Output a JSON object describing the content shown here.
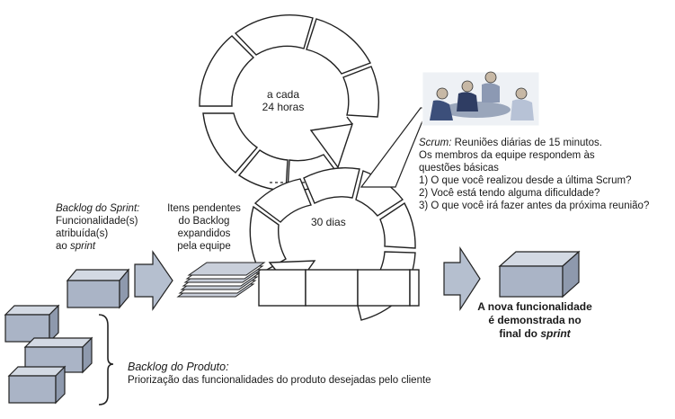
{
  "cycle_daily": {
    "line1": "a cada",
    "line2": "24 horas"
  },
  "cycle_sprint": {
    "label": "30 dias"
  },
  "sprint_backlog": {
    "title": "Backlog do Sprint:",
    "line1": "Funcionalidade(s)",
    "line2": "atribuída(s)",
    "line3_prefix": "ao ",
    "line3_italic": "sprint"
  },
  "pending_items": {
    "line1": "Itens pendentes",
    "line2": "do Backlog",
    "line3": "expandidos",
    "line4": "pela equipe"
  },
  "scrum_note": {
    "title_italic": "Scrum:",
    "title_rest": " Reuniões diárias de 15 minutos.",
    "line2": "Os membros da equipe respondem às",
    "line3": "questões básicas",
    "q1": "1) O que você realizou desde a última Scrum?",
    "q2": "2) Você está tendo alguma dificuldade?",
    "q3": "3) O que você irá fazer antes da próxima reunião?"
  },
  "new_feature": {
    "line1": "A nova funcionalidade",
    "line2": "é demonstrada no",
    "line3_prefix": "final do ",
    "line3_italic": "sprint"
  },
  "product_backlog": {
    "title": "Backlog do Produto:",
    "description": "Priorização das funcionalidades do produto desejadas pelo cliente"
  },
  "colors": {
    "box_front": "#aab4c6",
    "box_top": "#d3d9e3",
    "box_side": "#8e99ad",
    "arrow_fill": "#b5bfcf",
    "outline": "#222222",
    "paper": "#c9cfda"
  }
}
